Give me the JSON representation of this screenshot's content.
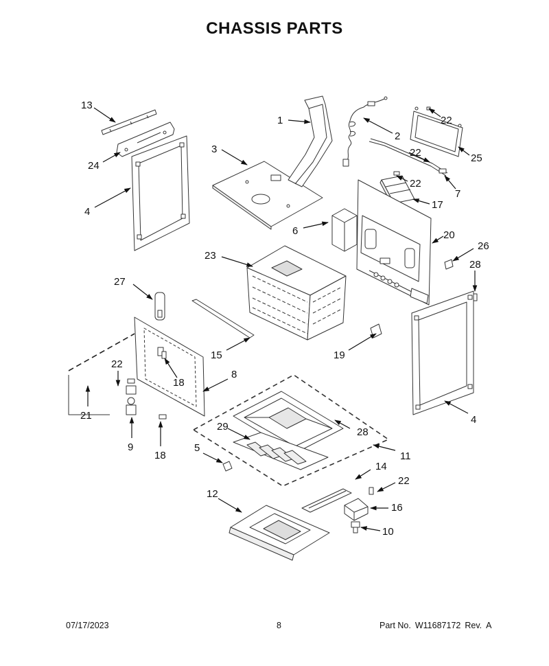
{
  "title": "CHASSIS PARTS",
  "callouts": [
    {
      "id": "c13",
      "label": "13"
    },
    {
      "id": "c24",
      "label": "24"
    },
    {
      "id": "c4l",
      "label": "4"
    },
    {
      "id": "c1",
      "label": "1"
    },
    {
      "id": "c3",
      "label": "3"
    },
    {
      "id": "c2",
      "label": "2"
    },
    {
      "id": "c22a",
      "label": "22"
    },
    {
      "id": "c22b",
      "label": "22"
    },
    {
      "id": "c25",
      "label": "25"
    },
    {
      "id": "c22c",
      "label": "22"
    },
    {
      "id": "c7",
      "label": "7"
    },
    {
      "id": "c17",
      "label": "17"
    },
    {
      "id": "c6",
      "label": "6"
    },
    {
      "id": "c20",
      "label": "20"
    },
    {
      "id": "c23",
      "label": "23"
    },
    {
      "id": "c26",
      "label": "26"
    },
    {
      "id": "c28a",
      "label": "28"
    },
    {
      "id": "c27",
      "label": "27"
    },
    {
      "id": "c15",
      "label": "15"
    },
    {
      "id": "c19",
      "label": "19"
    },
    {
      "id": "c22d",
      "label": "22"
    },
    {
      "id": "c18a",
      "label": "18"
    },
    {
      "id": "c8",
      "label": "8"
    },
    {
      "id": "c21",
      "label": "21"
    },
    {
      "id": "c4r",
      "label": "4"
    },
    {
      "id": "c9",
      "label": "9"
    },
    {
      "id": "c18b",
      "label": "18"
    },
    {
      "id": "c29",
      "label": "29"
    },
    {
      "id": "c28b",
      "label": "28"
    },
    {
      "id": "c5",
      "label": "5"
    },
    {
      "id": "c11",
      "label": "11"
    },
    {
      "id": "c14",
      "label": "14"
    },
    {
      "id": "c12",
      "label": "12"
    },
    {
      "id": "c22e",
      "label": "22"
    },
    {
      "id": "c16",
      "label": "16"
    },
    {
      "id": "c10",
      "label": "10"
    }
  ],
  "footer": {
    "date": "07/17/2023",
    "page": "8",
    "part_label": "Part No.",
    "part_number": "W11687172",
    "rev_label": "Rev.",
    "rev": "A"
  },
  "colors": {
    "ink": "#111111",
    "line": "#333333",
    "background": "#ffffff"
  }
}
